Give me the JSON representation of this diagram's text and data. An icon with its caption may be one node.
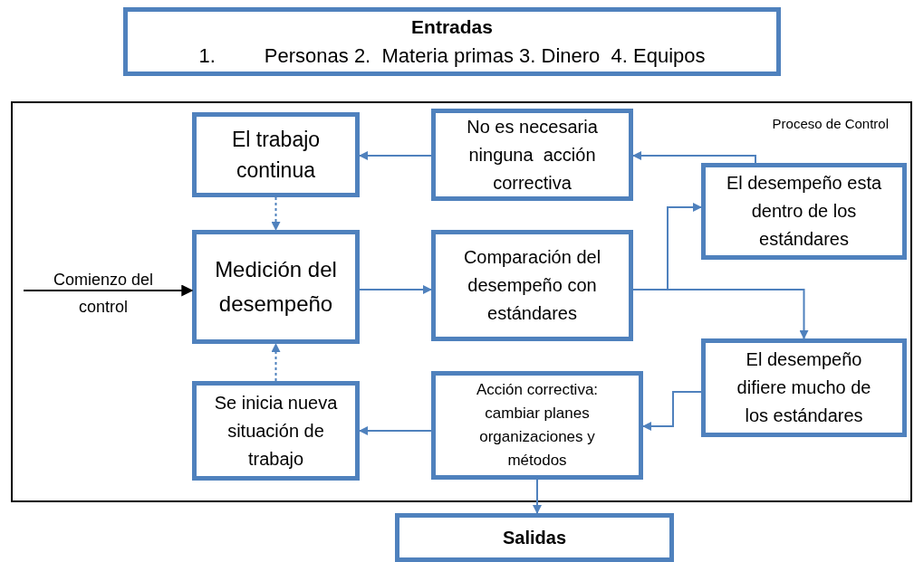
{
  "diagram": {
    "nodes": [
      {
        "text": [
          "Entradas",
          "1.",
          "Personas 2.  Materia primas 3. Dinero  4. Equipos"
        ]
      },
      {
        "text": [
          "Proceso de Control"
        ]
      },
      {
        "text": [
          "El trabajo continua"
        ],
        "in": 1
      },
      {
        "text": [
          "No es necesaria ninguna  acción correctiva"
        ],
        "in": 1
      },
      {
        "text": [
          "El desempeño esta dentro de los estándares"
        ],
        "in": 1
      },
      {
        "text": [
          "Medición del desempeño"
        ],
        "in": 1
      },
      {
        "text": [
          "Comparación del desempeño con estándares"
        ],
        "in": 1
      },
      {
        "text": [
          "El desempeño difiere mucho de los estándares"
        ],
        "in": 1
      },
      {
        "text": [
          "Se inicia nueva situación de trabajo"
        ],
        "in": 1
      },
      {
        "text": [
          "Acción correctiva: cambiar planes organizaciones y métodos"
        ],
        "in": 1
      },
      {
        "text": [
          "Salidas"
        ]
      }
    ],
    "edges": [
      {
        "from": null,
        "to": 5,
        "arrow": "to",
        "label": "Comienzo del control",
        "color": "#000000"
      },
      {
        "from": 3,
        "to": 2,
        "arrow": "to"
      },
      {
        "from": 4,
        "to": 3,
        "arrow": "to"
      },
      {
        "from": 2,
        "to": 5,
        "arrow": "to",
        "style": "dashed"
      },
      {
        "from": 8,
        "to": 5,
        "arrow": "to",
        "style": "dashed"
      },
      {
        "from": 5,
        "to": 6,
        "arrow": "to"
      },
      {
        "from": 6,
        "to": 4,
        "arrow": "to"
      },
      {
        "from": 6,
        "to": 7,
        "arrow": "to"
      },
      {
        "from": 7,
        "to": 9,
        "arrow": "to"
      },
      {
        "from": 9,
        "to": 8,
        "arrow": "to"
      },
      {
        "from": 9,
        "to": 10,
        "arrow": "to"
      }
    ]
  }
}
